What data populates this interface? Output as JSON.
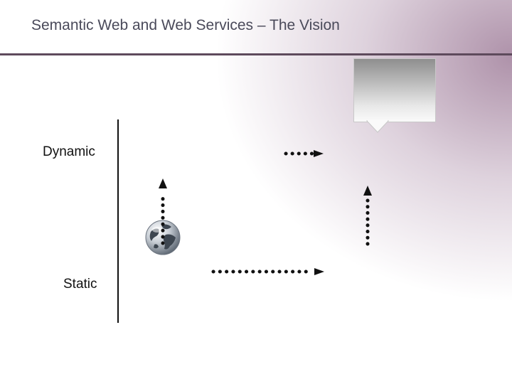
{
  "slide": {
    "title": "Semantic Web and Web Services – The Vision"
  },
  "axis": {
    "top_label": "Dynamic",
    "bottom_label": "Static"
  },
  "icons": {
    "globe": "globe-icon"
  },
  "colors": {
    "title_text": "#4a4a5a",
    "title_rule": "#5e4a5c",
    "arrow": "#111111",
    "background_accent": "#b59ab1"
  }
}
